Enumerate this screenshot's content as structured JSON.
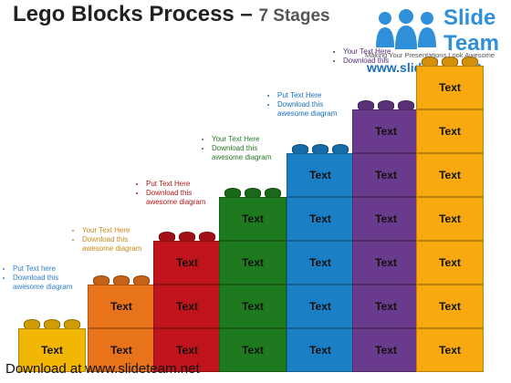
{
  "header": {
    "title": "Lego Blocks Process – ",
    "stages": "7 Stages"
  },
  "logo": {
    "brand_line1": "Slide",
    "brand_line2": "Team",
    "tagline": "Making Your Presentations Look Awesome",
    "url": "www.slideteam.net"
  },
  "footer": {
    "download_text": "Download at www.slideteam.net"
  },
  "block_label": "Text",
  "columns": [
    {
      "color": "#f2b705",
      "blocks": 1
    },
    {
      "color": "#e8731a",
      "blocks": 2
    },
    {
      "color": "#c0141c",
      "blocks": 3
    },
    {
      "color": "#1e7a1e",
      "blocks": 4
    },
    {
      "color": "#1a7fc4",
      "blocks": 5
    },
    {
      "color": "#6a3a8c",
      "blocks": 6
    },
    {
      "color": "#f7a90f",
      "blocks": 7
    }
  ],
  "annotations": [
    {
      "lines": [
        "Put Text here",
        "Download this awesome diagram"
      ],
      "color": "#2f7fd0"
    },
    {
      "lines": [
        "Your Text Here",
        "Download this awesome diagram"
      ],
      "color": "#c88a1a"
    },
    {
      "lines": [
        "Put Text Here",
        "Download this awesome diagram"
      ],
      "color": "#b01818"
    },
    {
      "lines": [
        "Your Text Here",
        "Download this awesome diagram"
      ],
      "color": "#2a7a2a"
    },
    {
      "lines": [
        "Put Text Here",
        "Download this awesome diagram"
      ],
      "color": "#1a6fc0"
    },
    {
      "lines": [
        "Your Text Here",
        "Download this"
      ],
      "color": "#5a2f7f"
    }
  ]
}
